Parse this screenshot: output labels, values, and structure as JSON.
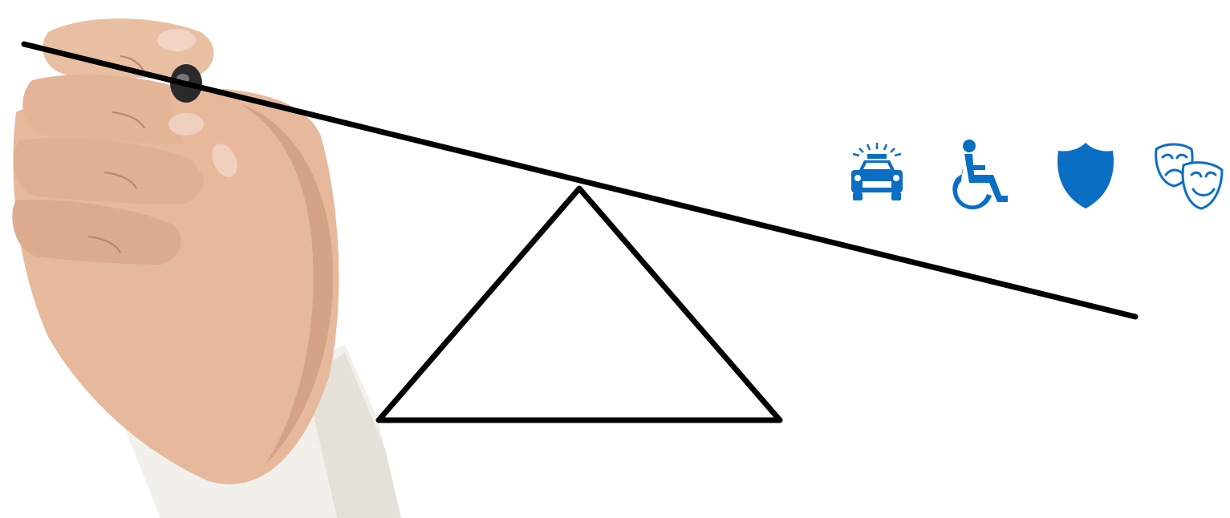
{
  "colors": {
    "icon_blue": "#0a6fc4",
    "line_black": "#000000",
    "background": "#ffffff",
    "skin": "#e7b99c",
    "skin_shadow": "#c48f72",
    "sleeve": "#f2f0ea"
  },
  "scene": {
    "hand": "hand-holding-marker",
    "seesaw_plank": "seesaw-plank",
    "fulcrum": "triangle-fulcrum"
  },
  "icons": [
    {
      "name": "police-car-icon"
    },
    {
      "name": "wheelchair-icon"
    },
    {
      "name": "shield-icon"
    },
    {
      "name": "theater-masks-icon"
    }
  ]
}
